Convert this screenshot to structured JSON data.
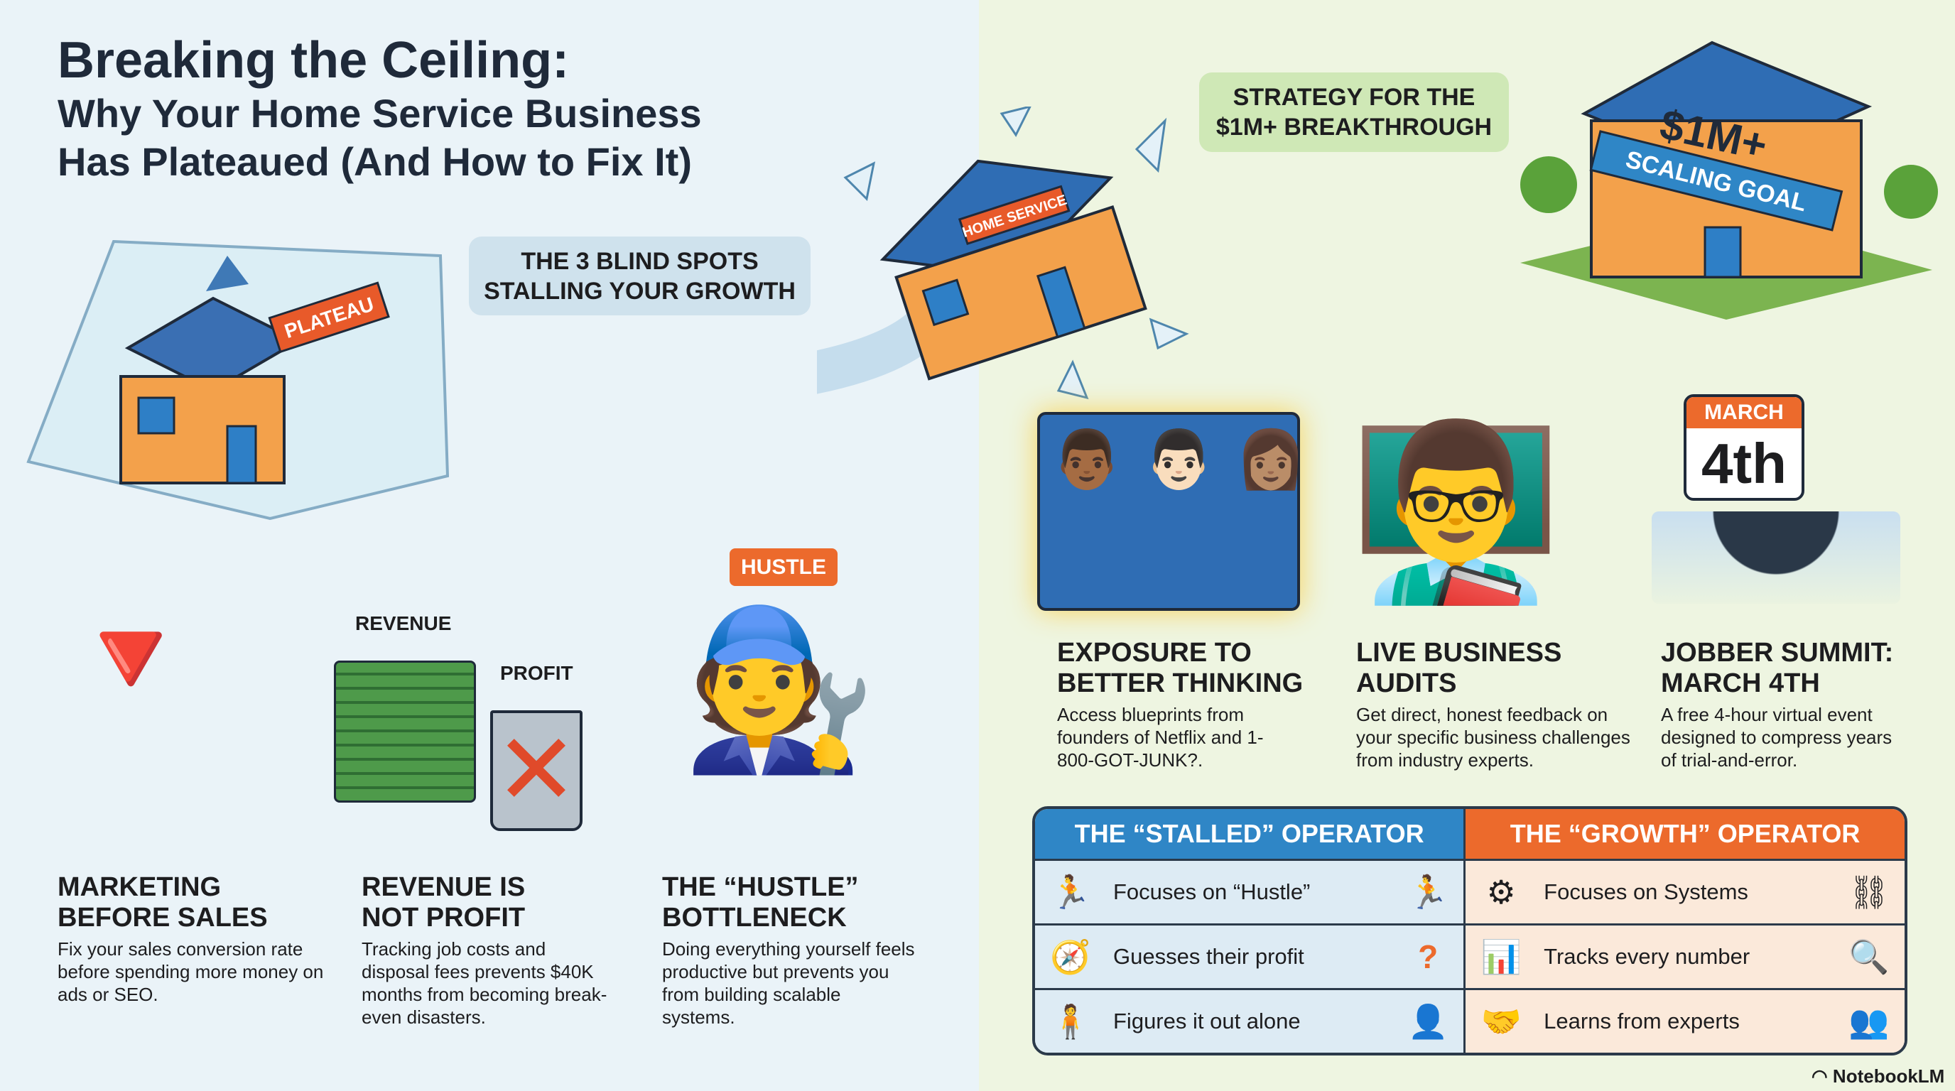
{
  "title": {
    "line1": "Breaking the Ceiling:",
    "line2": "Why Your Home Service Business",
    "line3": "Has Plateaued (And How to Fix It)"
  },
  "left": {
    "section_label": [
      "THE 3 BLIND SPOTS",
      "STALLING YOUR GROWTH"
    ],
    "house_sign": "PLATEAU",
    "flying_house_sign": "HOME SERVICE",
    "revenue_label": "REVENUE",
    "profit_label": "PROFIT",
    "hustle_sign": "HUSTLE",
    "items": [
      {
        "heading": [
          "MARKETING",
          "BEFORE SALES"
        ],
        "body": "Fix your sales conversion rate before spending more money on ads or SEO."
      },
      {
        "heading": [
          "REVENUE IS",
          "NOT PROFIT"
        ],
        "body": "Tracking job costs and disposal fees prevents $40K months from becoming break-even disasters."
      },
      {
        "heading": [
          "THE “HUSTLE”",
          "BOTTLENECK"
        ],
        "body": "Doing everything yourself feels productive but prevents you from building scalable systems."
      }
    ]
  },
  "right": {
    "section_label": [
      "STRATEGY FOR THE",
      "$1M+ BREAKTHROUGH"
    ],
    "house_sign": "$1M+",
    "house_banner": "SCALING GOAL",
    "calendar": {
      "month": "MARCH",
      "day": "4th"
    },
    "items": [
      {
        "heading": [
          "EXPOSURE TO",
          "BETTER THINKING"
        ],
        "body": "Access blueprints from founders of Netflix and 1-800-GOT-JUNK?."
      },
      {
        "heading": [
          "LIVE BUSINESS",
          "AUDITS"
        ],
        "body": "Get direct, honest feedback on your specific business challenges from industry experts."
      },
      {
        "heading": [
          "JOBBER SUMMIT:",
          "MARCH 4TH"
        ],
        "body": "A free 4-hour virtual event designed to compress years of trial-and-error."
      }
    ]
  },
  "comparison": {
    "stalled_header": "THE “STALLED” OPERATOR",
    "growth_header": "THE “GROWTH” OPERATOR",
    "rows": [
      {
        "stalled": "Focuses on “Hustle”",
        "growth": "Focuses on Systems"
      },
      {
        "stalled": "Guesses their profit",
        "growth": "Tracks every number"
      },
      {
        "stalled": "Figures it out alone",
        "growth": "Learns from experts"
      }
    ]
  },
  "brand": "NotebookLM",
  "colors": {
    "blue": "#2f86c6",
    "orange": "#ec6a2c",
    "left_bg": "#eaf3f8",
    "right_bg": "#eef5e1"
  }
}
